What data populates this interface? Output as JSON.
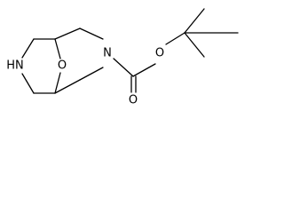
{
  "molecule": {
    "atoms": {
      "nh": "HN",
      "ring_oxygen": "O",
      "ring_nitrogen": "N",
      "ester_oxygen": "O",
      "carbonyl_oxygen": "O"
    }
  },
  "colors": {
    "bond": "#000000",
    "background": "#ffffff"
  }
}
